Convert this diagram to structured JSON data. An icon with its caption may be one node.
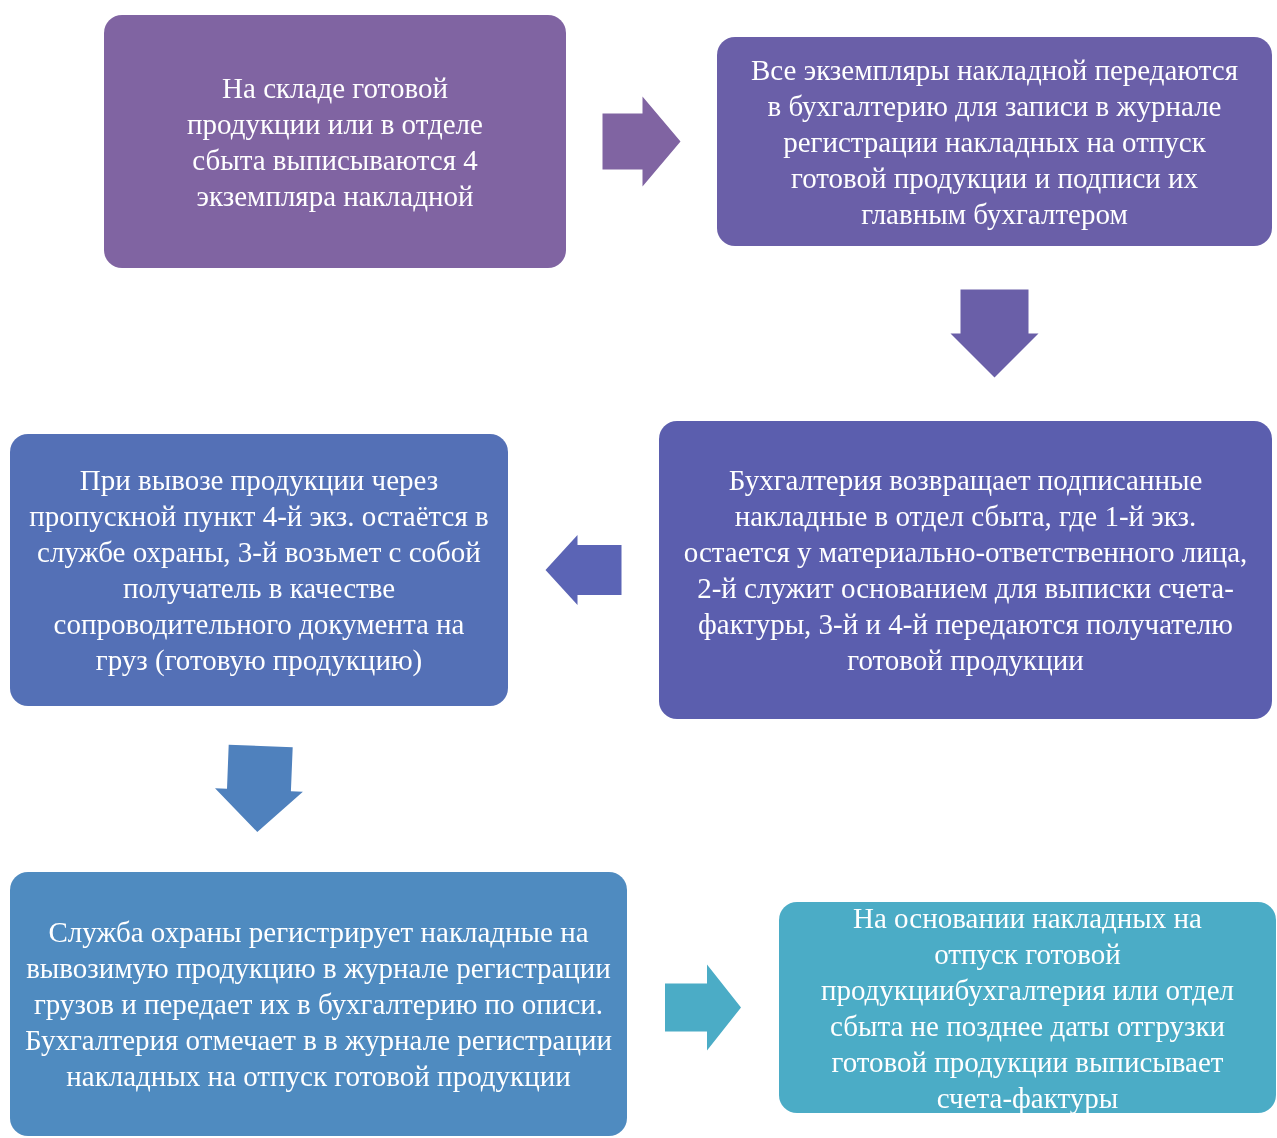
{
  "diagram": {
    "nodes": [
      {
        "text": [
          "На складе готовой продукции или в отделе сбыта выписываются 4 экземпляра накладной"
        ]
      },
      {
        "text": [
          "Все экземпляры накладной передаются в бухгалтерию для записи в журнале регистрации накладных на отпуск готовой продукции и подписи их главным бухгалтером"
        ]
      },
      {
        "text": [
          "Бухгалтерия возвращает подписанные накладные в отдел сбыта, где 1-й экз. остается у материально-ответственного лица, 2-й служит основанием для выписки счета-фактуры, 3-й и 4-й передаются получателю готовой продукции"
        ]
      },
      {
        "text": [
          "При вывозе продукции через пропускной пункт 4-й экз. остаётся в службе охраны, 3-й возьмет с собой получатель в качестве сопроводительного документа на груз (готовую продукцию)"
        ]
      },
      {
        "text": [
          "Служба охраны регистрирует накладные на вывозимую продукцию в журнале регистрации грузов и передает их в бухгалтерию по описи. Бухгалтерия отмечает в в журнале регистрации накладных на отпуск готовой продукции"
        ]
      },
      {
        "text": [
          "На основании накладных на отпуск готовой продукциибухгалтерия или отдел сбыта не позднее даты отгрузки готовой продукции выписывает счета-фактуры"
        ]
      }
    ],
    "edges": [
      {
        "from": 0,
        "to": 1,
        "arrow": "to",
        "style": "thick",
        "color": "#8064a2"
      },
      {
        "from": 1,
        "to": 2,
        "arrow": "to",
        "style": "thick",
        "color": "#6a5fa8"
      },
      {
        "from": 2,
        "to": 3,
        "arrow": "to",
        "style": "thick",
        "color": "#5b64b5"
      },
      {
        "from": 3,
        "to": 4,
        "arrow": "to",
        "style": "thick",
        "color": "#4f81bd"
      },
      {
        "from": 4,
        "to": 5,
        "arrow": "to",
        "style": "thick",
        "color": "#4bacc6"
      }
    ]
  }
}
